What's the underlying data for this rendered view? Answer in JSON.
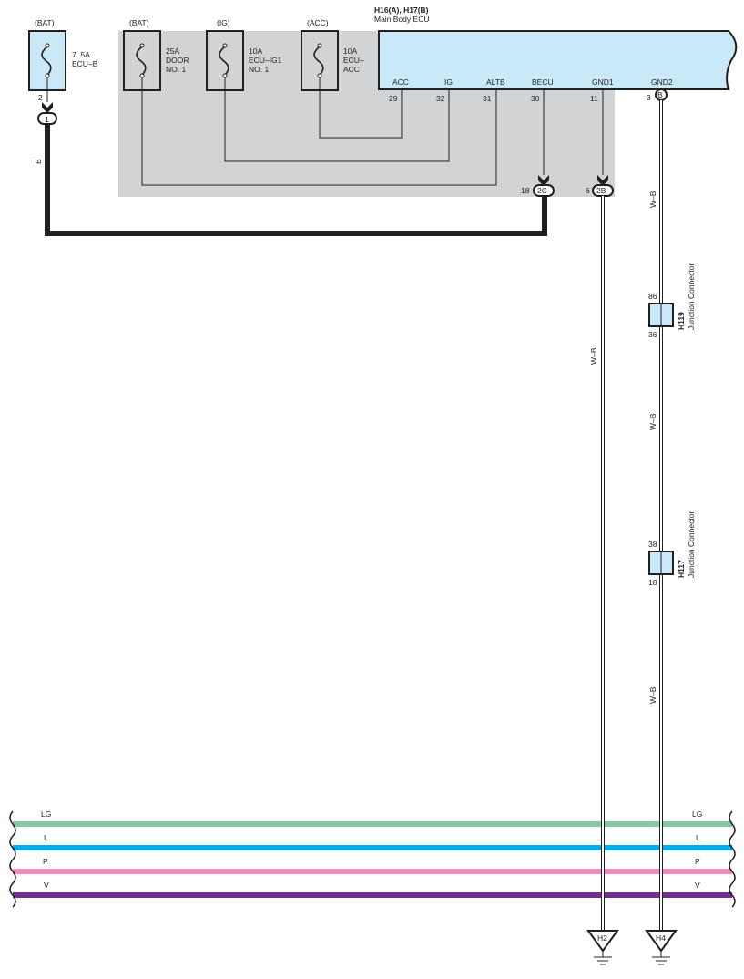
{
  "ecu": {
    "title": "H16(A), H17(B)",
    "subtitle": "Main Body ECU",
    "terminals": [
      {
        "name": "ACC",
        "pin": "29"
      },
      {
        "name": "IG",
        "pin": "32"
      },
      {
        "name": "ALTB",
        "pin": "31"
      },
      {
        "name": "BECU",
        "pin": "30"
      },
      {
        "name": "GND1",
        "pin": "11"
      },
      {
        "name": "GND2",
        "pin": "3",
        "connector": "B"
      }
    ]
  },
  "fuses": [
    {
      "source": "(BAT)",
      "rating": "7. 5A",
      "name1": "ECU–B",
      "name2": "",
      "pin": "2",
      "connector": "1"
    },
    {
      "source": "(BAT)",
      "rating": "25A",
      "name1": "DOOR",
      "name2": "NO. 1"
    },
    {
      "source": "(IG)",
      "rating": "10A",
      "name1": "ECU–IG1",
      "name2": "NO. 1"
    },
    {
      "source": "(ACC)",
      "rating": "10A",
      "name1": "ECU–",
      "name2": "ACC"
    }
  ],
  "junction_connectors": [
    {
      "pin_top": "18",
      "label": "2C"
    },
    {
      "pin_top": "6",
      "label": "2B"
    }
  ],
  "junctions": [
    {
      "id": "H119",
      "name": "Junction Connector",
      "pin_in": "86",
      "pin_out": "36"
    },
    {
      "id": "H117",
      "name": "Junction Connector",
      "pin_in": "38",
      "pin_out": "18"
    }
  ],
  "wire_colors": {
    "b": "B",
    "wb1": "W–B",
    "wb2": "W–B",
    "wb3": "W–B",
    "wb4": "W–B"
  },
  "buses": [
    {
      "label": "LG",
      "color": "#86cba0"
    },
    {
      "label": "L",
      "color": "#00aeef"
    },
    {
      "label": "P",
      "color": "#f28bb8"
    },
    {
      "label": "V",
      "color": "#702f8f"
    }
  ],
  "grounds": [
    {
      "label": "H2"
    },
    {
      "label": "H4"
    }
  ],
  "colors": {
    "panel": "#d1d3d4",
    "ecu_fill": "#c9e9f8",
    "line": "#231f20"
  }
}
